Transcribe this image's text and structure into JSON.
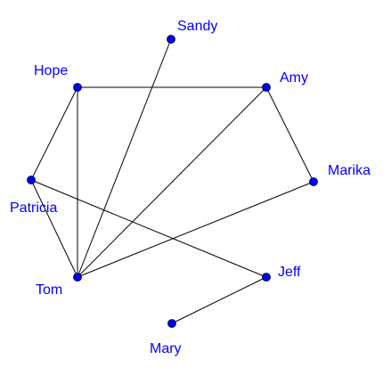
{
  "graph": {
    "node_color": "#0000ff",
    "label_color": "#0000ff",
    "edge_color": "#000000",
    "nodes": [
      {
        "id": "sandy",
        "label": "Sandy"
      },
      {
        "id": "hope",
        "label": "Hope"
      },
      {
        "id": "amy",
        "label": "Amy"
      },
      {
        "id": "marika",
        "label": "Marika"
      },
      {
        "id": "patricia",
        "label": "Patricia"
      },
      {
        "id": "tom",
        "label": "Tom"
      },
      {
        "id": "jeff",
        "label": "Jeff"
      },
      {
        "id": "mary",
        "label": "Mary"
      }
    ],
    "edges": [
      {
        "from": "hope",
        "to": "amy"
      },
      {
        "from": "hope",
        "to": "patricia"
      },
      {
        "from": "hope",
        "to": "tom"
      },
      {
        "from": "patricia",
        "to": "tom"
      },
      {
        "from": "patricia",
        "to": "jeff"
      },
      {
        "from": "tom",
        "to": "sandy"
      },
      {
        "from": "tom",
        "to": "amy"
      },
      {
        "from": "tom",
        "to": "marika"
      },
      {
        "from": "amy",
        "to": "marika"
      },
      {
        "from": "jeff",
        "to": "mary"
      }
    ]
  }
}
